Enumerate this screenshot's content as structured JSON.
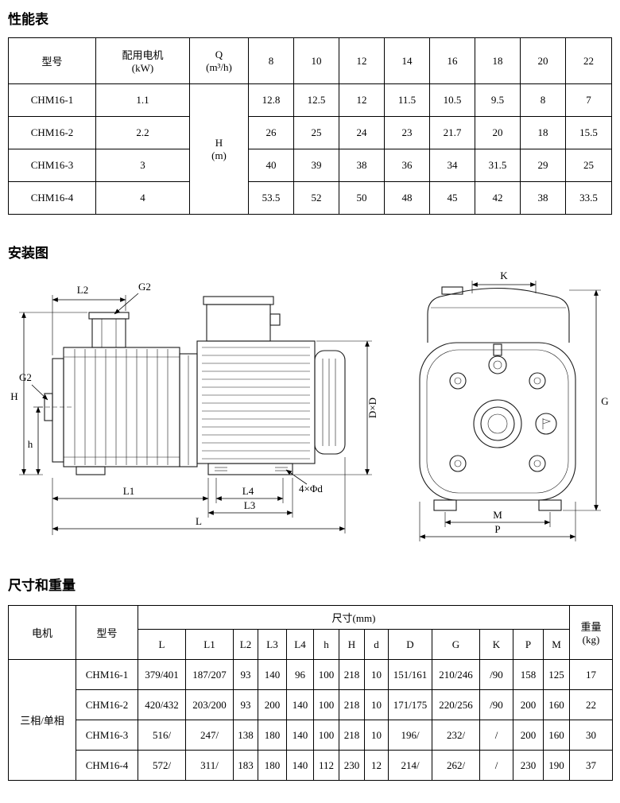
{
  "sections": {
    "performance_title": "性能表",
    "installation_title": "安装图",
    "dimensions_title": "尺寸和重量"
  },
  "perf": {
    "headers": {
      "model": "型号",
      "motor": "配用电机\n(kW)",
      "q": "Q\n(m³/h)",
      "flows": [
        "8",
        "10",
        "12",
        "14",
        "16",
        "18",
        "20",
        "22"
      ]
    },
    "h_label": "H\n(m)",
    "rows": [
      {
        "model": "CHM16-1",
        "motor": "1.1",
        "values": [
          "12.8",
          "12.5",
          "12",
          "11.5",
          "10.5",
          "9.5",
          "8",
          "7"
        ]
      },
      {
        "model": "CHM16-2",
        "motor": "2.2",
        "values": [
          "26",
          "25",
          "24",
          "23",
          "21.7",
          "20",
          "18",
          "15.5"
        ]
      },
      {
        "model": "CHM16-3",
        "motor": "3",
        "values": [
          "40",
          "39",
          "38",
          "36",
          "34",
          "31.5",
          "29",
          "25"
        ]
      },
      {
        "model": "CHM16-4",
        "motor": "4",
        "values": [
          "53.5",
          "52",
          "50",
          "48",
          "45",
          "42",
          "38",
          "33.5"
        ]
      }
    ]
  },
  "diagram": {
    "side_view": {
      "l2": "L2",
      "g2_top": "G2",
      "g2_left": "G2",
      "h_cap": "H",
      "h_low": "h",
      "dxd": "D×D",
      "l1": "L1",
      "l4": "L4",
      "l3": "L3",
      "l": "L",
      "holes": "4×Φd"
    },
    "front_view": {
      "k": "K",
      "g": "G",
      "m": "M",
      "p": "P"
    }
  },
  "dims": {
    "headers": {
      "motor": "电机",
      "model": "型号",
      "size_group": "尺寸(mm)",
      "size_cols": [
        "L",
        "L1",
        "L2",
        "L3",
        "L4",
        "h",
        "H",
        "d",
        "D",
        "G",
        "K",
        "P",
        "M"
      ],
      "weight": "重量\n(kg)"
    },
    "motor_type": "三相/单相",
    "rows": [
      {
        "model": "CHM16-1",
        "values": [
          "379/401",
          "187/207",
          "93",
          "140",
          "96",
          "100",
          "218",
          "10",
          "151/161",
          "210/246",
          "/90",
          "158",
          "125"
        ],
        "weight": "17"
      },
      {
        "model": "CHM16-2",
        "values": [
          "420/432",
          "203/200",
          "93",
          "200",
          "140",
          "100",
          "218",
          "10",
          "171/175",
          "220/256",
          "/90",
          "200",
          "160"
        ],
        "weight": "22"
      },
      {
        "model": "CHM16-3",
        "values": [
          "516/",
          "247/",
          "138",
          "180",
          "140",
          "100",
          "218",
          "10",
          "196/",
          "232/",
          "/",
          "200",
          "160"
        ],
        "weight": "30"
      },
      {
        "model": "CHM16-4",
        "values": [
          "572/",
          "311/",
          "183",
          "180",
          "140",
          "112",
          "230",
          "12",
          "214/",
          "262/",
          "/",
          "230",
          "190"
        ],
        "weight": "37"
      }
    ]
  }
}
